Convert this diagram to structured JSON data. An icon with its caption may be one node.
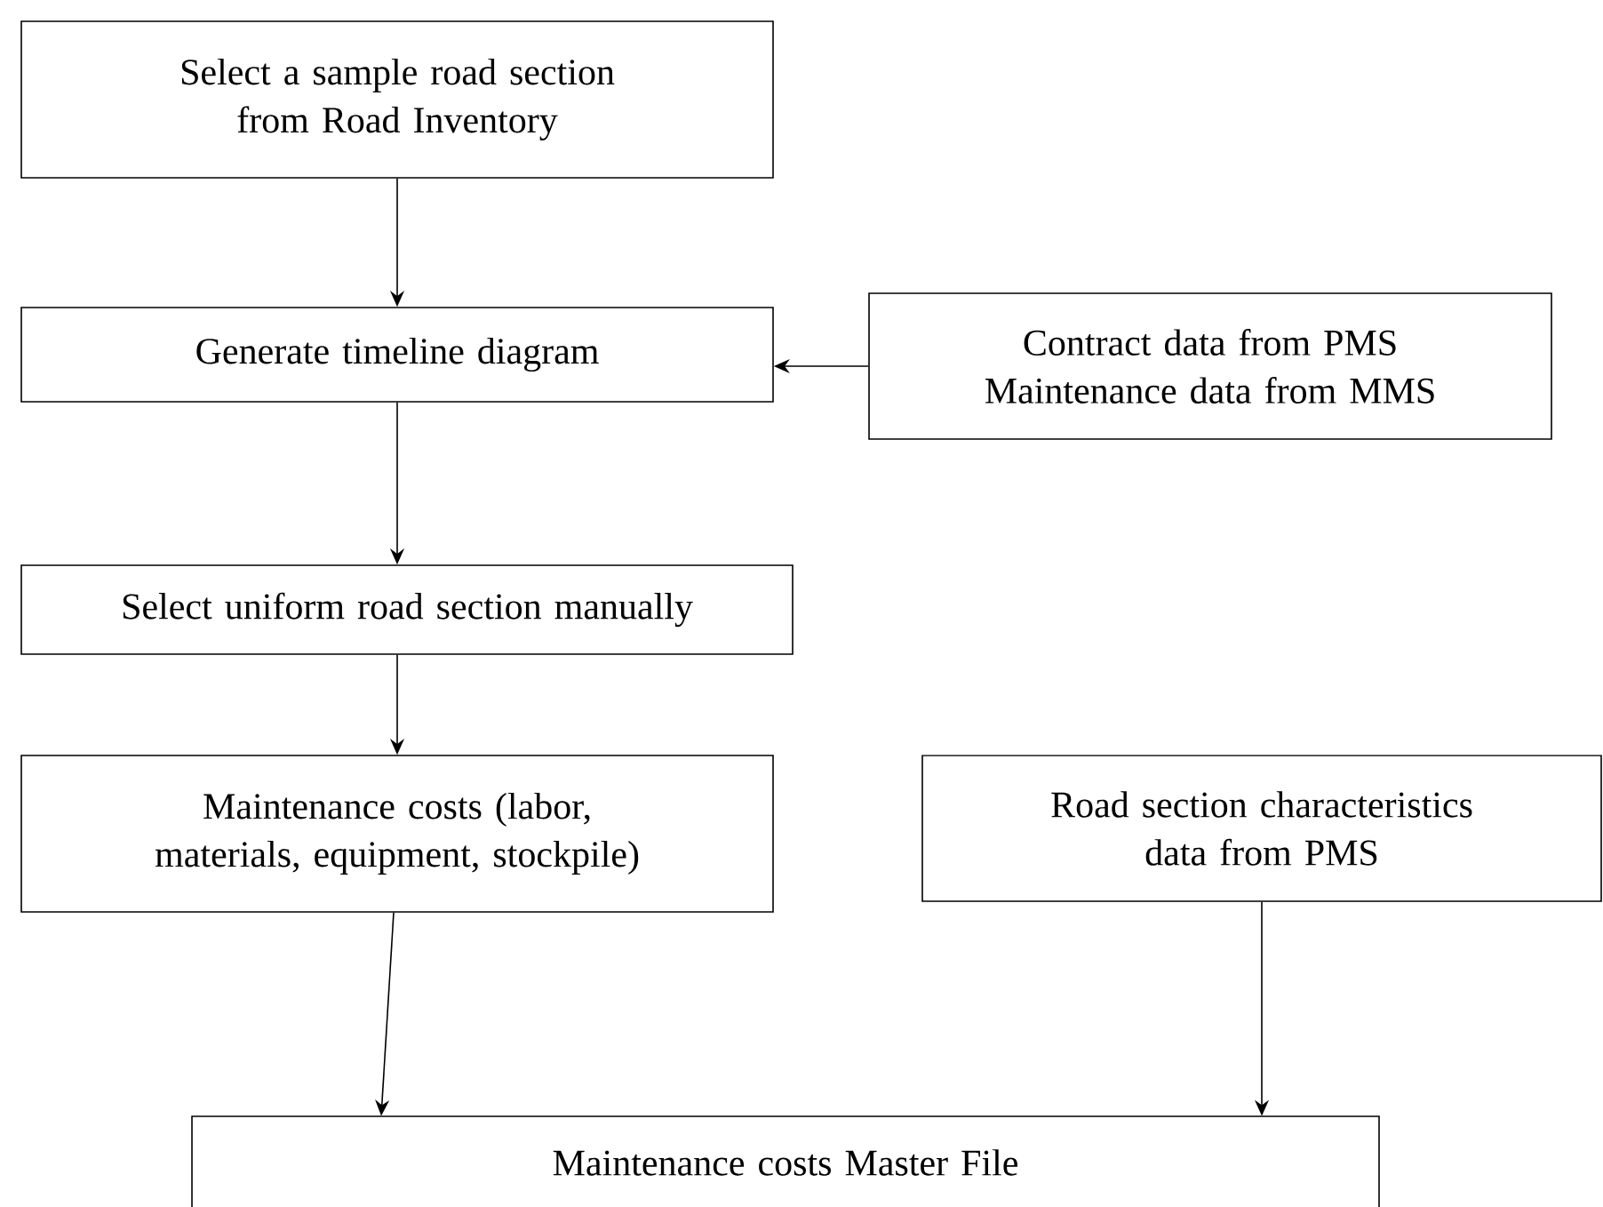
{
  "diagram": {
    "nodes": [
      {
        "text": [
          "Select a sample road section from Road Inventory"
        ]
      },
      {
        "text": [
          "Generate timeline diagram"
        ]
      },
      {
        "text": [
          "Contract data from PMS",
          "Maintenance data from MMS"
        ]
      },
      {
        "text": [
          "Select uniform road section manually"
        ]
      },
      {
        "text": [
          "Maintenance costs (labor, materials, equipment, stockpile)"
        ]
      },
      {
        "text": [
          "Road section characteristics data from PMS"
        ]
      },
      {
        "text": [
          "Maintenance costs Master File"
        ]
      }
    ],
    "edges": [
      {
        "from": 0,
        "to": 1,
        "arrow": "to"
      },
      {
        "from": 2,
        "to": 1,
        "arrow": "to"
      },
      {
        "from": 1,
        "to": 3,
        "arrow": "to"
      },
      {
        "from": 3,
        "to": 4,
        "arrow": "to"
      },
      {
        "from": 4,
        "to": 6,
        "arrow": "to"
      },
      {
        "from": 5,
        "to": 6,
        "arrow": "to"
      }
    ]
  }
}
